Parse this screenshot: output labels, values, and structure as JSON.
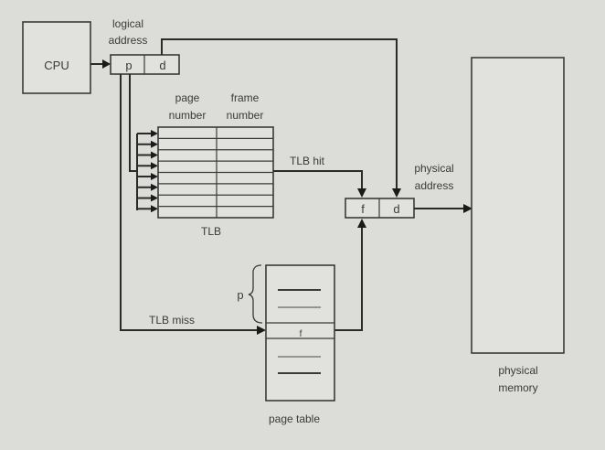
{
  "diagram": {
    "title": "Paging hardware with TLB",
    "cpu": {
      "label": "CPU"
    },
    "logical_address": {
      "label_line1": "logical",
      "label_line2": "address",
      "fields": [
        "p",
        "d"
      ]
    },
    "tlb": {
      "label": "TLB",
      "col1_line1": "page",
      "col1_line2": "number",
      "col2_line1": "frame",
      "col2_line2": "number",
      "rows": 8
    },
    "tlb_hit": {
      "label": "TLB hit"
    },
    "tlb_miss": {
      "label": "TLB miss"
    },
    "physical_address": {
      "label_line1": "physical",
      "label_line2": "address",
      "fields": [
        "f",
        "d"
      ]
    },
    "page_table": {
      "label": "page table",
      "index_label": "p",
      "entry_label": "f"
    },
    "physical_memory": {
      "label_line1": "physical",
      "label_line2": "memory"
    }
  }
}
